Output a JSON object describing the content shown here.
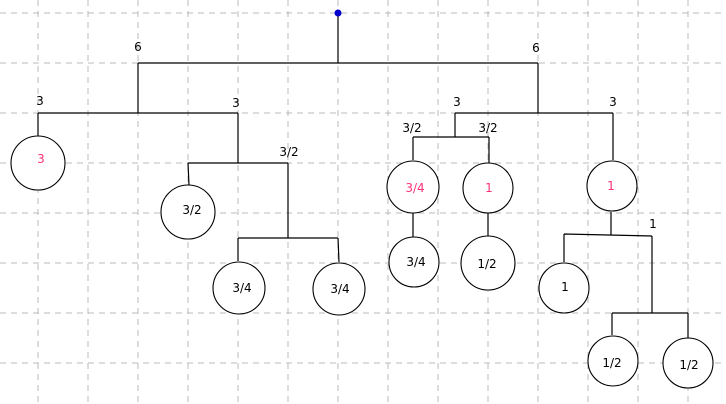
{
  "colors": {
    "highlight": "#ff3377",
    "root_dot": "#0000cc",
    "line": "#000000",
    "grid": "#bbbbbb"
  },
  "edge_labels": {
    "root_left": "6",
    "root_right": "6",
    "l_left": "3",
    "l_right": "3",
    "l_right_right": "3/2",
    "r_left": "3",
    "r_right": "3",
    "r_left_left": "3/2",
    "r_left_right": "3/2",
    "r_right_bottom": "1"
  },
  "nodes": {
    "n1": "3",
    "n2": "3/2",
    "n3": "3/4",
    "n4": "3/4",
    "n5": "3/4",
    "n6": "3/4",
    "n7": "1",
    "n8": "1/2",
    "n9": "1",
    "n10": "1",
    "n11": "1/2",
    "n12": "1/2"
  }
}
